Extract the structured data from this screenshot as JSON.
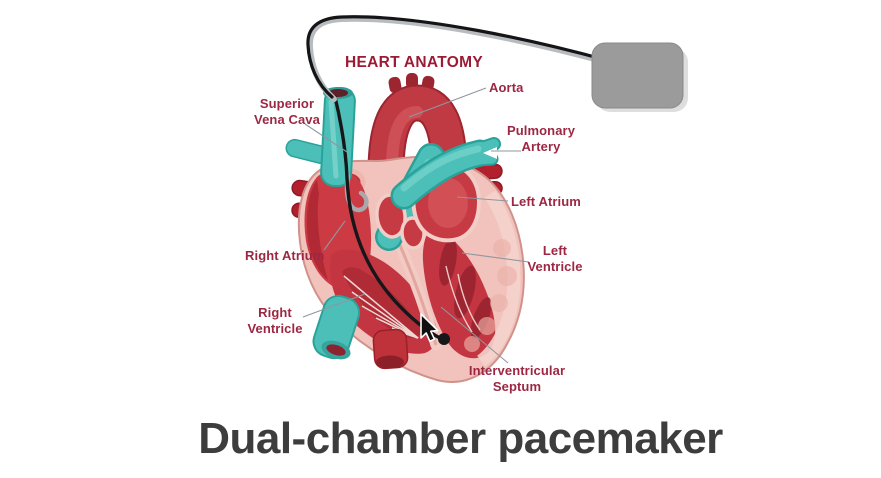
{
  "title": "HEART ANATOMY",
  "caption": "Dual-chamber pacemaker",
  "labels": {
    "superior_vena_cava": "Superior Vena Cava",
    "aorta": "Aorta",
    "pulmonary_artery": "Pulmonary\nArtery",
    "left_atrium": "Left Atrium",
    "right_atrium": "Right Atrium",
    "left_ventricle": "Left\nVentricle",
    "right_ventricle": "Right\nVentricle",
    "interventricular_septum": "Interventricular\nSeptum"
  },
  "illustration": {
    "device": "pacemaker-generator",
    "lead": "pacing-lead-wire",
    "cursor": "mouse-arrow-pointer"
  },
  "colors": {
    "title_text": "#9c1b34",
    "label_text": "#9d2742",
    "caption_text": "#3d3d3d",
    "leader_line": "#8e979e",
    "vessel_teal": "#4cc0b8",
    "vessel_teal_dark": "#2aa29a",
    "heart_red": "#c33540",
    "deep_red": "#9c2630",
    "wall_pink": "#f1c3bc",
    "rim_pink": "#f3cdc7",
    "pacemaker_gray": "#9b9b9b",
    "lead_black": "#17171a",
    "background": "#ffffff"
  }
}
